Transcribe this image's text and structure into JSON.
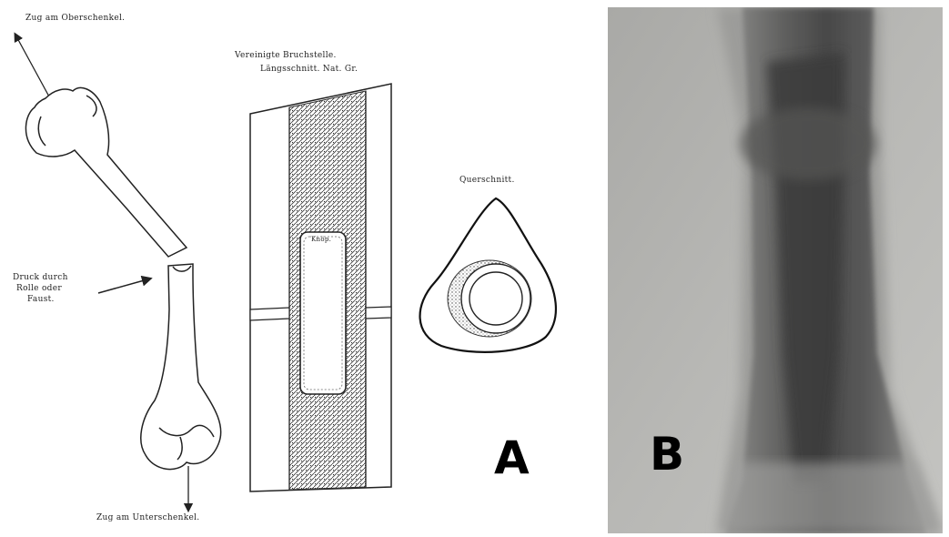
{
  "panel_a": {
    "letter": "A",
    "captions": {
      "traction_upper": "Zug am Oberschenkel.",
      "pressure_line1": "Druck durch",
      "pressure_line2": "Rolle oder",
      "pressure_line3": "Faust.",
      "traction_lower": "Zug am Unterschenkel.",
      "united_title": "Vereinigte Bruchstelle.",
      "united_subtitle": "Längsschnitt.  Nat. Gr.",
      "graft_label": "Knöp.",
      "cross_section": "Querschnitt."
    }
  },
  "panel_b": {
    "letter": "B"
  }
}
